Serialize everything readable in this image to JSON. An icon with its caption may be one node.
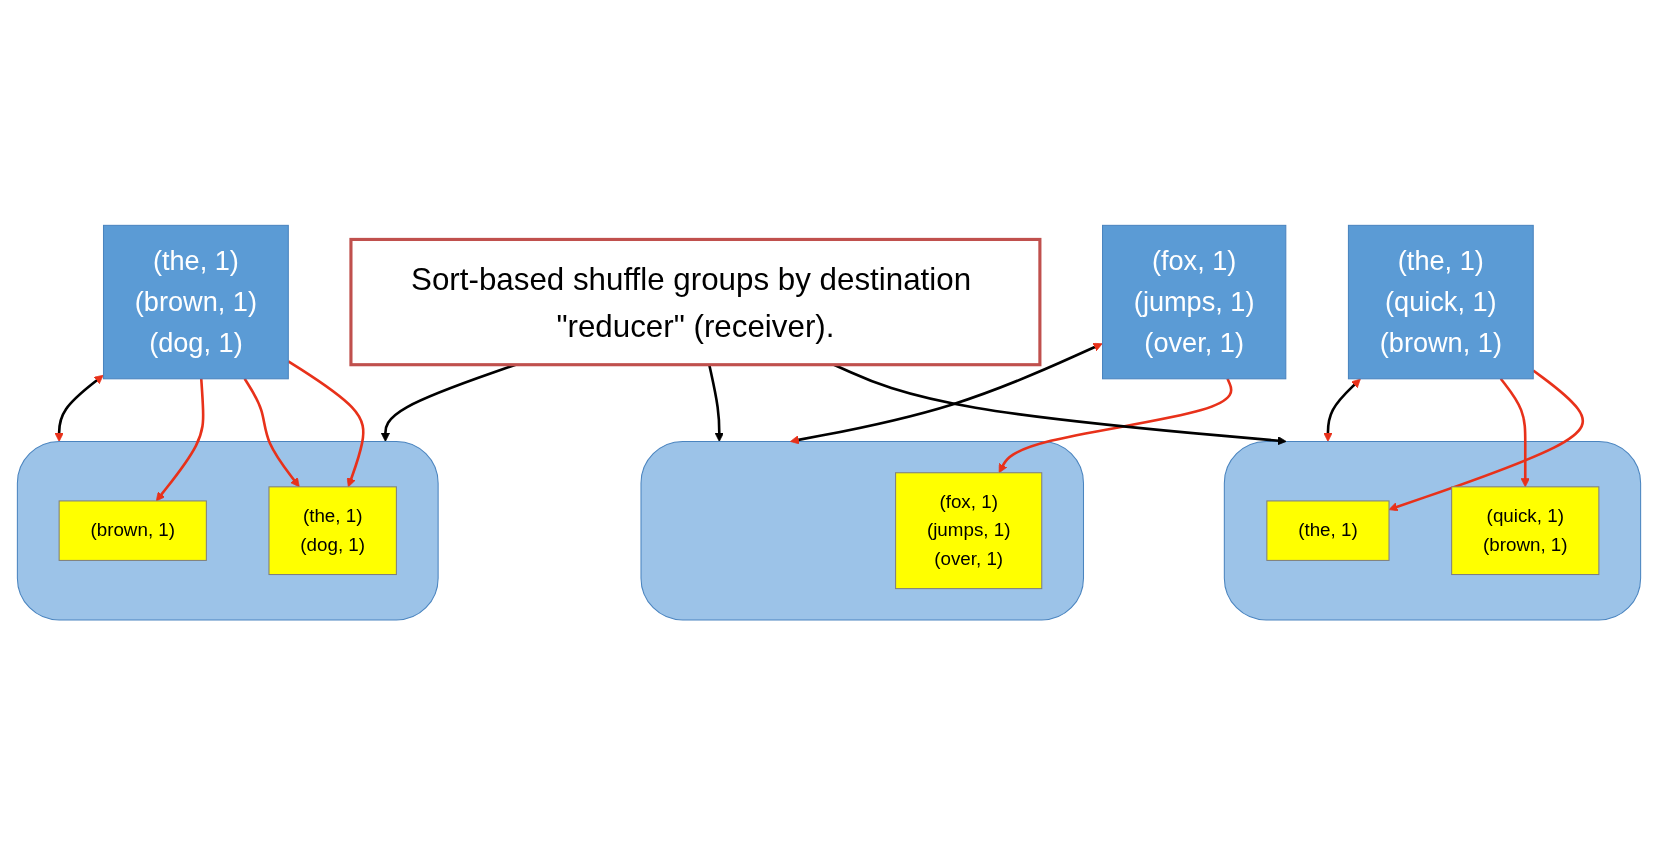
{
  "diagram": {
    "nodes": [
      {
        "text": [
          "(the, 1)",
          "(quick, 1)",
          "(brown, 1)"
        ]
      },
      {
        "text": [],
        "shape": "cylinder"
      },
      {
        "text": [
          "(the, 1)"
        ],
        "in": 1
      },
      {
        "text": [
          "(quick, 1)",
          "(brown, 1)"
        ],
        "in": 1
      },
      {
        "text": [
          "(fox, 1)",
          "(jumps, 1)",
          "(over, 1)"
        ]
      },
      {
        "text": [],
        "shape": "cylinder"
      },
      {
        "text": [
          "(fox, 1)",
          "(jumps, 1)",
          "(over, 1)"
        ],
        "in": 5
      },
      {
        "text": [
          "(the, 1)",
          "(brown, 1)",
          "(dog, 1)"
        ]
      },
      {
        "text": [],
        "shape": "cylinder"
      },
      {
        "text": [
          "(the, 1)",
          "(dog, 1)"
        ],
        "in": 8
      },
      {
        "text": [
          "(brown, 1)"
        ],
        "in": 8
      },
      {
        "text": [
          "Sort-based shuffle groups by destination \"reducer\" (receiver)."
        ]
      }
    ],
    "edges": [
      {
        "from": 0,
        "to": 1,
        "arrow": "both"
      },
      {
        "from": 4,
        "to": 5,
        "arrow": "both"
      },
      {
        "from": 7,
        "to": 8,
        "arrow": "both"
      },
      {
        "from": 0,
        "to": 2,
        "arrow": "to",
        "color": "#e8311a"
      },
      {
        "from": 0,
        "to": 3,
        "arrow": "to",
        "color": "#e8311a"
      },
      {
        "from": 4,
        "to": 6,
        "arrow": "to",
        "color": "#e8311a"
      },
      {
        "from": 7,
        "to": 9,
        "arrow": "to",
        "color": "#e8311a"
      },
      {
        "from": 7,
        "to": 9,
        "arrow": "to",
        "color": "#e8311a"
      },
      {
        "from": 7,
        "to": 10,
        "arrow": "to",
        "color": "#e8311a"
      },
      {
        "from": 11,
        "to": 1,
        "arrow": "to"
      },
      {
        "from": 11,
        "to": 5,
        "arrow": "to"
      },
      {
        "from": 11,
        "to": 8,
        "arrow": "to"
      }
    ]
  }
}
